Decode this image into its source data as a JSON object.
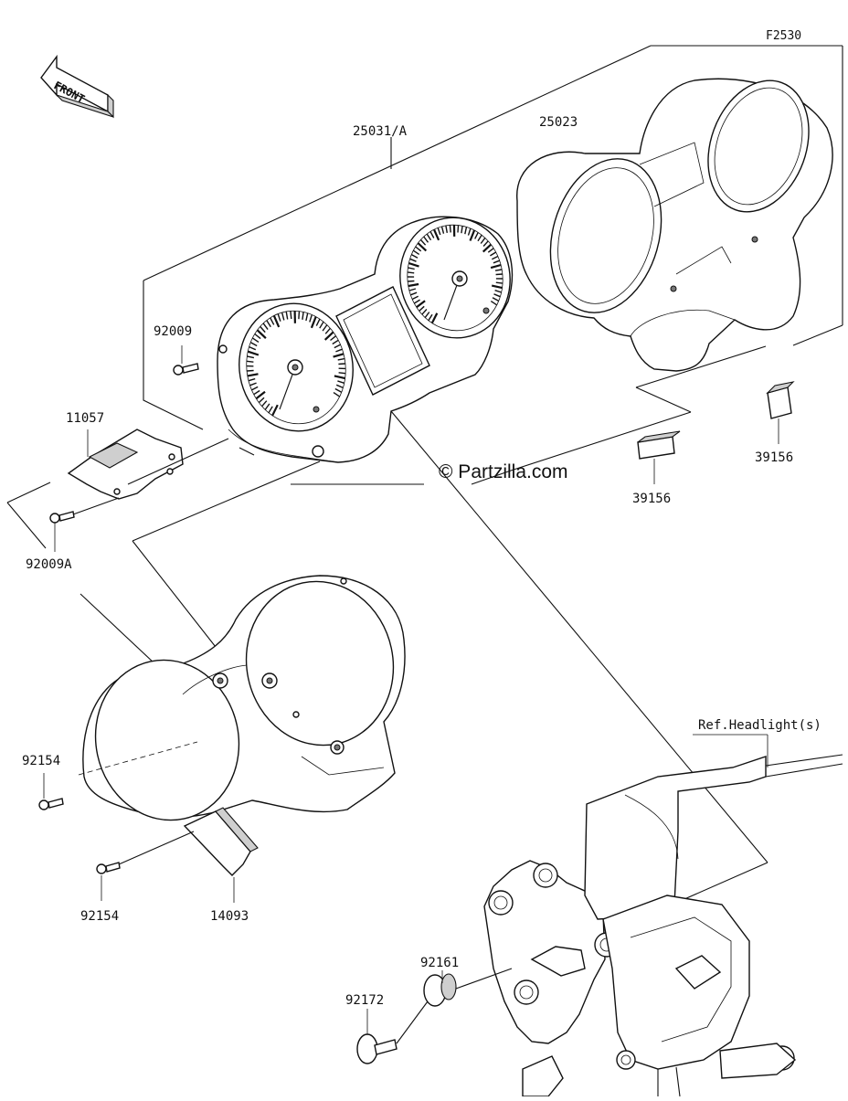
{
  "diagram": {
    "figure_code": "F2530",
    "front_label": "FRONT",
    "watermark": "© Partzilla.com",
    "reference": "Ref.Headlight(s)",
    "callouts": {
      "meter_assembly": "25031/A",
      "meter_case": "25023",
      "screw_top": "92009",
      "bracket": "11057",
      "screw_bracket": "92009A",
      "damper_left": "39156",
      "damper_right": "39156",
      "screw_cover_upper": "92154",
      "screw_cover_lower": "92154",
      "cover_bracket": "14093",
      "grommet": "92161",
      "collar": "92172"
    }
  }
}
